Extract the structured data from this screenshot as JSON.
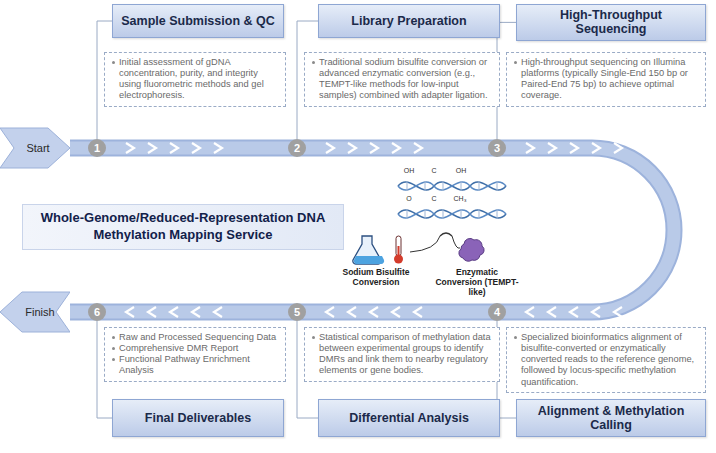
{
  "diagram": {
    "title": "Whole-Genome/Reduced-Representation DNA Methylation Mapping Service",
    "nodes": [
      {
        "text": [
          "Start"
        ]
      },
      {
        "text": [
          "Sample Submission & QC"
        ]
      },
      {
        "text": [
          "Initial assessment of gDNA concentration, purity, and integrity using fluorometric methods and gel electrophoresis."
        ]
      },
      {
        "text": [
          "1"
        ]
      },
      {
        "text": [
          "Library Preparation"
        ]
      },
      {
        "text": [
          "Traditional sodium bisulfite conversion or advanced enzymatic conversion (e.g., TEMPT-like methods for low-input samples) combined with adapter ligation."
        ]
      },
      {
        "text": [
          "2"
        ]
      },
      {
        "text": [
          "High-Throughput Sequencing"
        ]
      },
      {
        "text": [
          "High-throughput sequencing on Illumina platforms (typically Single-End 150 bp or Paired-End 75 bp) to achieve optimal coverage."
        ]
      },
      {
        "text": [
          "3"
        ]
      },
      {
        "text": [
          "4"
        ]
      },
      {
        "text": [
          "Specialized bioinformatics alignment of bisulfite-converted or enzymatically converted reads to the reference genome, followed by locus-specific methylation quantification."
        ]
      },
      {
        "text": [
          "Alignment & Methylation Calling"
        ]
      },
      {
        "text": [
          "5"
        ]
      },
      {
        "text": [
          "Statistical comparison of methylation data between experimental groups to identify DMRs and link them to nearby regulatory elements or gene bodies."
        ]
      },
      {
        "text": [
          "Differential Analysis"
        ]
      },
      {
        "text": [
          "6"
        ]
      },
      {
        "text": [
          "Raw and Processed Sequencing Data",
          "Comprehensive DMR Report",
          "Functional Pathway Enrichment Analysis"
        ]
      },
      {
        "text": [
          "Final Deliverables"
        ]
      },
      {
        "text": [
          "Finish"
        ]
      }
    ],
    "edges": [
      {
        "from": 3,
        "to": 1,
        "arrow": "none"
      },
      {
        "from": 6,
        "to": 4,
        "arrow": "none"
      },
      {
        "from": 9,
        "to": 7,
        "arrow": "none"
      },
      {
        "from": 10,
        "to": 12,
        "arrow": "none"
      },
      {
        "from": 13,
        "to": 15,
        "arrow": "none"
      },
      {
        "from": 16,
        "to": 18,
        "arrow": "none"
      }
    ],
    "labels": [
      "OH",
      "C",
      "OH",
      "O",
      "C",
      "CH₃",
      "Sodium Bisulfite Conversion",
      "Enzymatic Conversion (TEMPT-like)"
    ]
  }
}
